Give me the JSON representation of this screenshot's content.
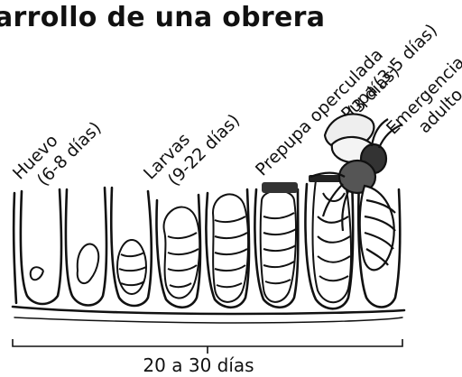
{
  "title": "arrollo de una obrera",
  "stages": [
    {
      "name": "Huevo",
      "duration": "(6-8 días)"
    },
    {
      "name": "Larvas",
      "duration": "(9-22 días)"
    },
    {
      "name": "Prepupa operculada",
      "duration": "(3 días)"
    },
    {
      "name": "Pupa",
      "duration": "(3-5 días)"
    },
    {
      "name": "Emergencia",
      "duration": "adulto"
    }
  ],
  "total_duration": "20 a 30 días"
}
